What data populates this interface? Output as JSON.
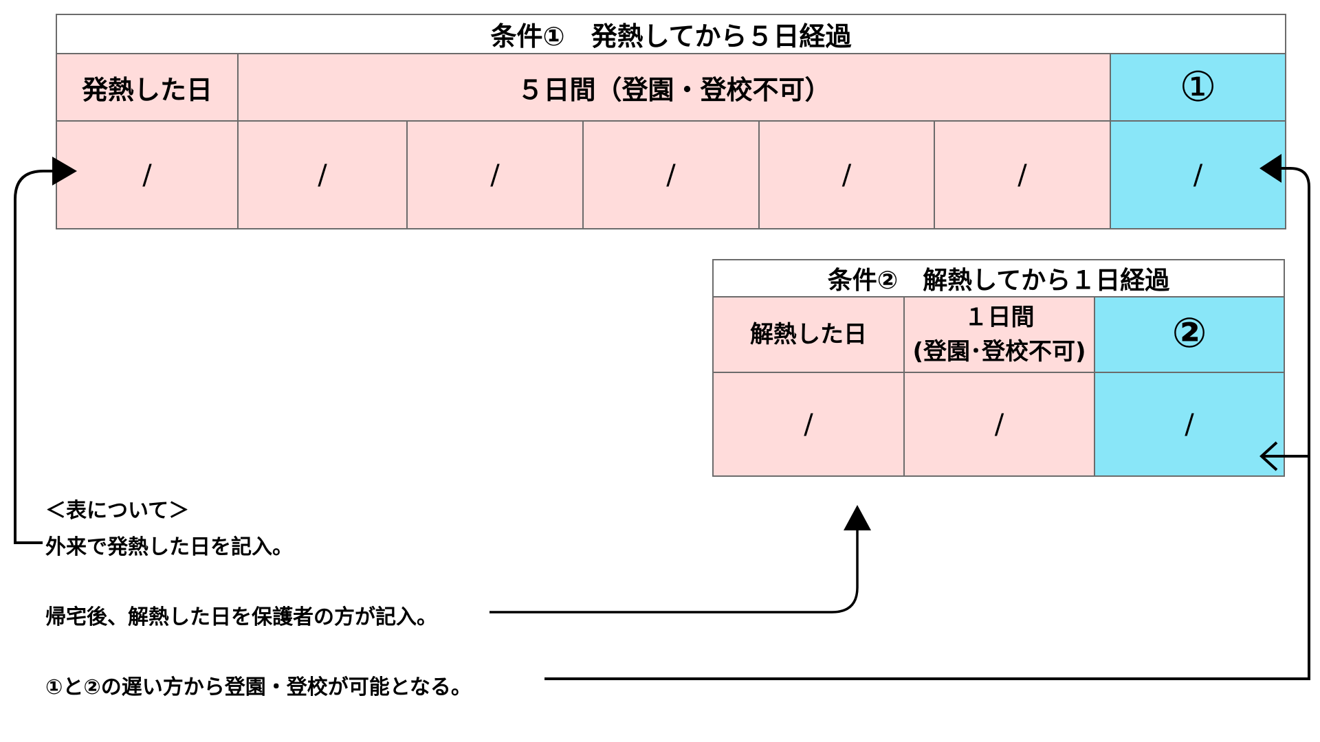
{
  "condition1": {
    "title": "条件①　発熱してから５日経過",
    "header": {
      "fever_day": "発熱した日",
      "period": "５日間（登園・登校不可）",
      "marker": "①"
    },
    "date_cells": [
      "/",
      "/",
      "/",
      "/",
      "/",
      "/",
      "/"
    ],
    "colors": {
      "restricted": "#ffdcdb",
      "allowed": "#89e6f8"
    }
  },
  "condition2": {
    "title": "条件②　解熱してから１日経過",
    "header": {
      "fever_gone_day": "解熱した日",
      "period_line1": "１日間",
      "period_line2": "(登園･登校不可)",
      "marker": "②"
    },
    "date_cells": [
      "/",
      "/",
      "/"
    ]
  },
  "notes": {
    "heading": "＜表について＞",
    "line1": "外来で発熱した日を記入。",
    "line2": "帰宅後、解熱した日を保護者の方が記入。",
    "line3": "①と②の遅い方から登園・登校が可能となる。"
  }
}
